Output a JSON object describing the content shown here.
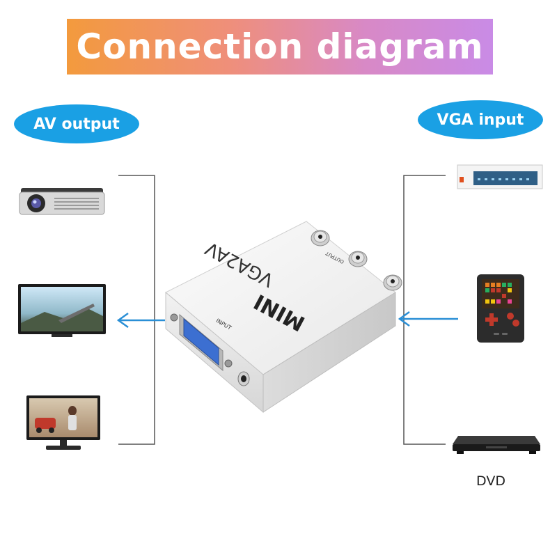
{
  "title": "Connection diagram",
  "labels": {
    "av_output": "AV output",
    "vga_input": "VGA input"
  },
  "adapter": {
    "brand": "MINI",
    "model": "VGA2AV",
    "port_input": "INPUT",
    "port_output": "OUTPUT"
  },
  "sources": {
    "dvd_caption": "DVD"
  },
  "colors": {
    "accent_blue": "#1aa0e4",
    "banner_start": "#f39a3d",
    "banner_end": "#c98be6"
  },
  "icons": {
    "av_devices": [
      "projector-icon",
      "tv-icon",
      "monitor-icon"
    ],
    "vga_devices": [
      "vga-source-icon",
      "handheld-console-icon",
      "dvd-player-icon"
    ]
  }
}
